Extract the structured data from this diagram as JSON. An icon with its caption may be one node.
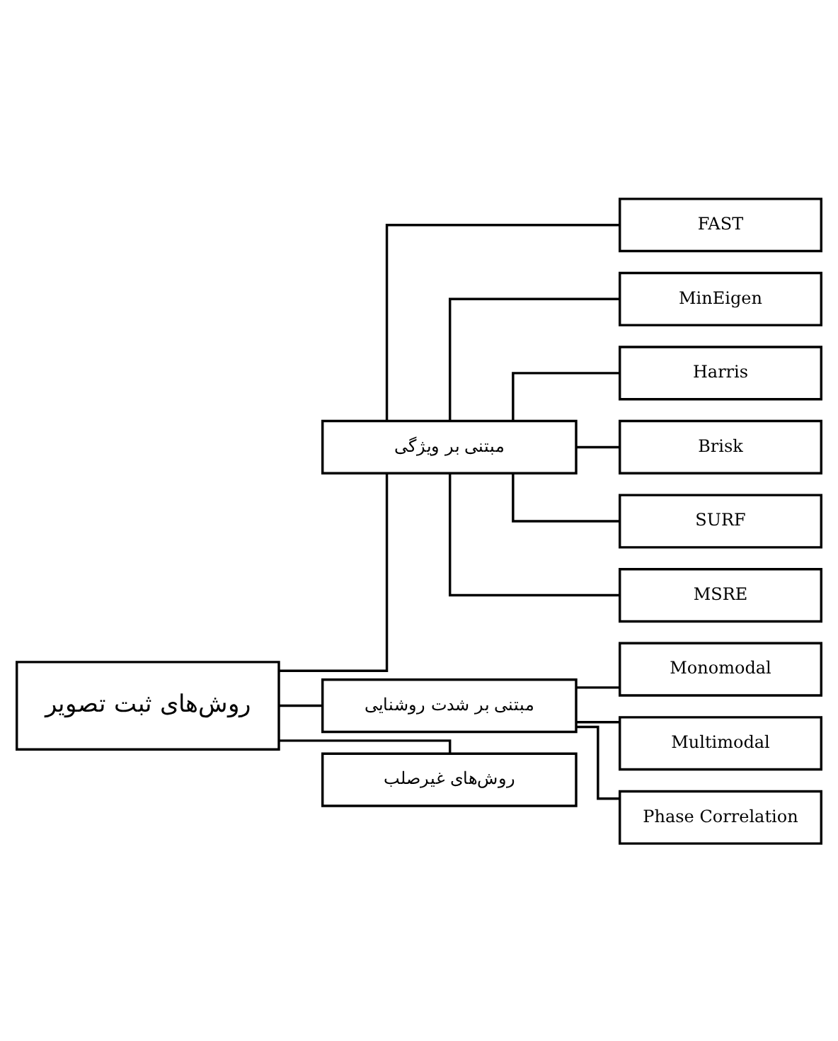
{
  "diagram": {
    "nodes": [
      {
        "text": [
          "روش‌های ثبت تصویر"
        ]
      },
      {
        "text": [
          "مبتنی بر ویژگی"
        ]
      },
      {
        "text": [
          "مبتنی بر شدت روشنایی"
        ]
      },
      {
        "text": [
          "روش‌های غیرصلب"
        ]
      },
      {
        "text": [
          "FAST"
        ]
      },
      {
        "text": [
          "MinEigen"
        ]
      },
      {
        "text": [
          "Harris"
        ]
      },
      {
        "text": [
          "Brisk"
        ]
      },
      {
        "text": [
          "SURF"
        ]
      },
      {
        "text": [
          "MSRE"
        ]
      },
      {
        "text": [
          "Monomodal"
        ]
      },
      {
        "text": [
          "Multimodal"
        ]
      },
      {
        "text": [
          "Phase Correlation"
        ]
      }
    ],
    "edges": [
      {
        "from": 0,
        "to": 1,
        "arrow": "none"
      },
      {
        "from": 0,
        "to": 2,
        "arrow": "none"
      },
      {
        "from": 0,
        "to": 3,
        "arrow": "none"
      },
      {
        "from": 1,
        "to": 4,
        "arrow": "none"
      },
      {
        "from": 1,
        "to": 5,
        "arrow": "none"
      },
      {
        "from": 1,
        "to": 6,
        "arrow": "none"
      },
      {
        "from": 1,
        "to": 7,
        "arrow": "none"
      },
      {
        "from": 1,
        "to": 8,
        "arrow": "none"
      },
      {
        "from": 1,
        "to": 9,
        "arrow": "none"
      },
      {
        "from": 2,
        "to": 10,
        "arrow": "none"
      },
      {
        "from": 2,
        "to": 11,
        "arrow": "none"
      },
      {
        "from": 2,
        "to": 12,
        "arrow": "none"
      }
    ]
  }
}
